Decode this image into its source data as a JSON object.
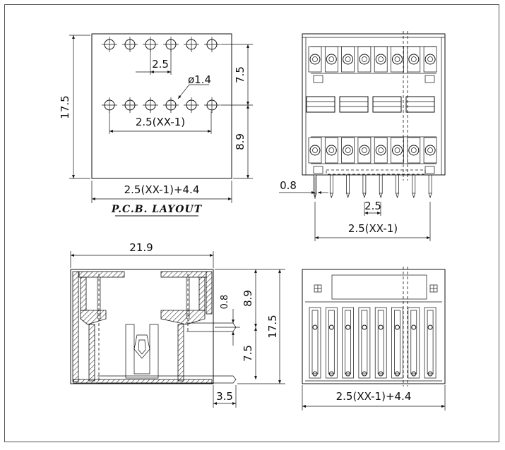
{
  "colors": {
    "line": "#111111",
    "background": "#ffffff",
    "border": "#555555"
  },
  "pcb_layout": {
    "title": "P.C.B. LAYOUT",
    "height_label": "17.5",
    "row_spacing_label": "7.5",
    "bottom_offset_label": "8.9",
    "pitch_label": "2.5",
    "hole_diameter_label": "ø1.4",
    "span_label": "2.5(XX-1)",
    "width_label": "2.5(XX-1)+4.4"
  },
  "front_view": {
    "pin_width_label": "0.8",
    "pitch_label": "2.5",
    "span_label": "2.5(XX-1)"
  },
  "side_view": {
    "width_label": "21.9",
    "pin_width_label": "0.8",
    "upper_height_label": "8.9",
    "total_height_label": "17.5",
    "row_spacing_label": "7.5",
    "pin_offset_label": "3.5"
  },
  "bottom_view": {
    "width_label": "2.5(XX-1)+4.4"
  }
}
